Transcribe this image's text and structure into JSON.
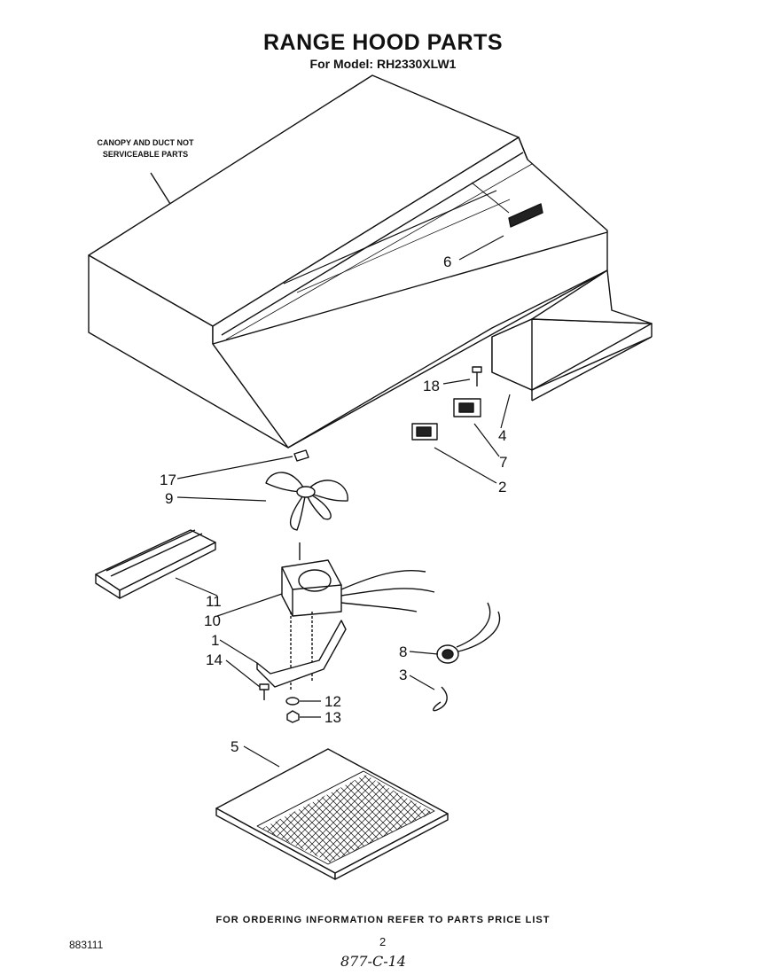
{
  "title": "RANGE HOOD PARTS",
  "subtitle": "For Model: RH2330XLW1",
  "note": "CANOPY AND DUCT NOT SERVICEABLE PARTS",
  "footer": "FOR ORDERING INFORMATION REFER TO PARTS PRICE LIST",
  "doc_code": "883111",
  "page_number": "2",
  "handwritten": "877-C-14",
  "callouts": [
    "6",
    "18",
    "4",
    "7",
    "2",
    "17",
    "9",
    "11",
    "10",
    "1",
    "14",
    "8",
    "3",
    "12",
    "13",
    "5"
  ]
}
